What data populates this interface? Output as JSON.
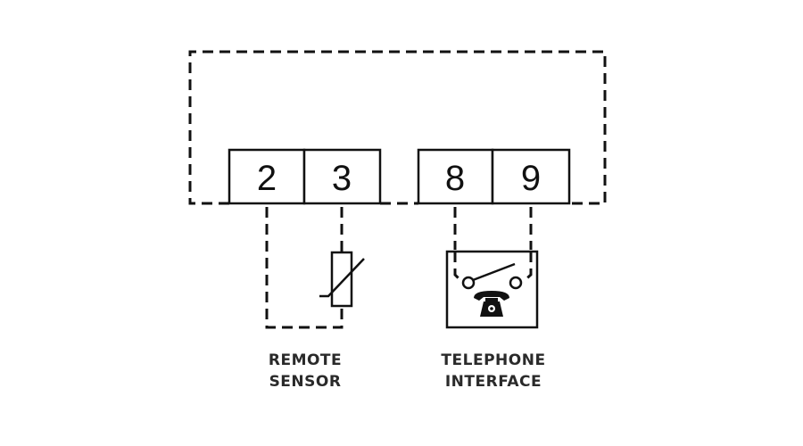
{
  "terminals": {
    "t2": "2",
    "t3": "3",
    "t8": "8",
    "t9": "9"
  },
  "labels": {
    "remote_sensor_line1": "REMOTE",
    "remote_sensor_line2": "SENSOR",
    "telephone_interface_line1": "TELEPHONE",
    "telephone_interface_line2": "INTERFACE"
  },
  "icons": {
    "sensor": "thermistor-icon",
    "switch": "switch-contact-icon",
    "phone": "telephone-icon"
  },
  "colors": {
    "line": "#111111",
    "text": "#2a2a2a",
    "background": "#ffffff"
  }
}
